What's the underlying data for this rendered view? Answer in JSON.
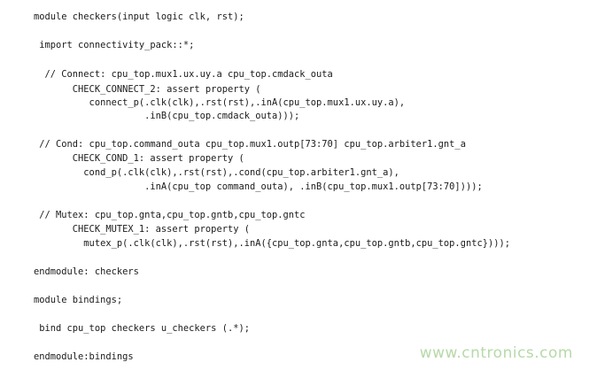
{
  "code": {
    "lines": [
      "module checkers(input logic clk, rst);",
      " import connectivity_pack::*;",
      "  // Connect: cpu_top.mux1.ux.uy.a cpu_top.cmdack_outa",
      "       CHECK_CONNECT_2: assert property (",
      "          connect_p(.clk(clk),.rst(rst),.inA(cpu_top.mux1.ux.uy.a),",
      "                    .inB(cpu_top.cmdack_outa)));",
      " // Cond: cpu_top.command_outa cpu_top.mux1.outp[73:70] cpu_top.arbiter1.gnt_a",
      "       CHECK_COND_1: assert property (",
      "         cond_p(.clk(clk),.rst(rst),.cond(cpu_top.arbiter1.gnt_a),",
      "                    .inA(cpu_top command_outa), .inB(cpu_top.mux1.outp[73:70])));",
      " // Mutex: cpu_top.gnta,cpu_top.gntb,cpu_top.gntc",
      "       CHECK_MUTEX_1: assert property (",
      "         mutex_p(.clk(clk),.rst(rst),.inA({cpu_top.gnta,cpu_top.gntb,cpu_top.gntc})));",
      "endmodule: checkers",
      "module bindings;",
      " bind cpu_top checkers u_checkers (.*);",
      "endmodule:bindings"
    ]
  },
  "watermark": {
    "text": "www.cntronics.com"
  }
}
